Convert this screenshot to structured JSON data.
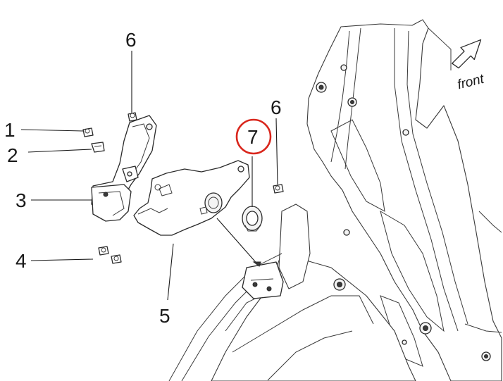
{
  "direction_label": "front",
  "highlight_color": "#d9261c",
  "callouts": [
    {
      "id": "c6a",
      "label": "6"
    },
    {
      "id": "c1",
      "label": "1"
    },
    {
      "id": "c2",
      "label": "2"
    },
    {
      "id": "c3",
      "label": "3"
    },
    {
      "id": "c4",
      "label": "4"
    },
    {
      "id": "c5",
      "label": "5"
    },
    {
      "id": "c6b",
      "label": "6"
    },
    {
      "id": "c7",
      "label": "7",
      "highlighted": true
    }
  ]
}
